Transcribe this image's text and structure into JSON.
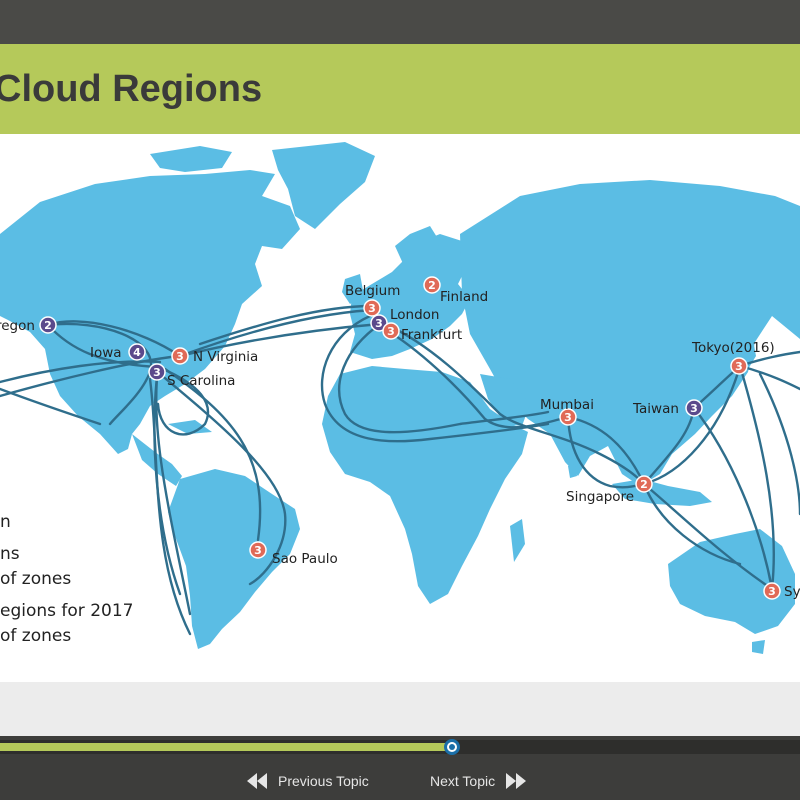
{
  "slide": {
    "title": "Cloud Regions",
    "legend": [
      "n",
      "ns",
      "of zones",
      "egions for 2017",
      "of zones"
    ]
  },
  "map": {
    "regions": [
      {
        "name": "Oregon",
        "label": "regon",
        "zones": "2",
        "kind": "current"
      },
      {
        "name": "Iowa",
        "label": "Iowa",
        "zones": "4",
        "kind": "current"
      },
      {
        "name": "N Virginia",
        "label": "N Virginia",
        "zones": "3",
        "kind": "planned"
      },
      {
        "name": "S Carolina",
        "label": "S Carolina",
        "zones": "3",
        "kind": "current"
      },
      {
        "name": "Belgium",
        "label": "Belgium",
        "zones": "3",
        "kind": "planned"
      },
      {
        "name": "London",
        "label": "London",
        "zones": "3",
        "kind": "current"
      },
      {
        "name": "Frankfurt",
        "label": "Frankfurt",
        "zones": "3",
        "kind": "planned"
      },
      {
        "name": "Finland",
        "label": "Finland",
        "zones": "2",
        "kind": "planned"
      },
      {
        "name": "Mumbai",
        "label": "Mumbai",
        "zones": "3",
        "kind": "planned"
      },
      {
        "name": "Singapore",
        "label": "Singapore",
        "zones": "2",
        "kind": "planned"
      },
      {
        "name": "Taiwan",
        "label": "Taiwan",
        "zones": "3",
        "kind": "current"
      },
      {
        "name": "Tokyo",
        "label": "Tokyo(2016)",
        "zones": "3",
        "kind": "planned"
      },
      {
        "name": "Sao Paulo",
        "label": "Sao Paulo",
        "zones": "3",
        "kind": "planned"
      },
      {
        "name": "Sydney",
        "label": "Sy",
        "zones": "3",
        "kind": "planned"
      }
    ],
    "colors": {
      "land": "#5bbde4",
      "cable": "#2f6e8c",
      "current_marker": "#5b4a8c",
      "planned_marker": "#e06a57"
    }
  },
  "player": {
    "progress": 0.565,
    "previous_label": "Previous Topic",
    "next_label": "Next Topic",
    "previous_icon": "rewind-icon",
    "next_icon": "fast-forward-icon"
  }
}
